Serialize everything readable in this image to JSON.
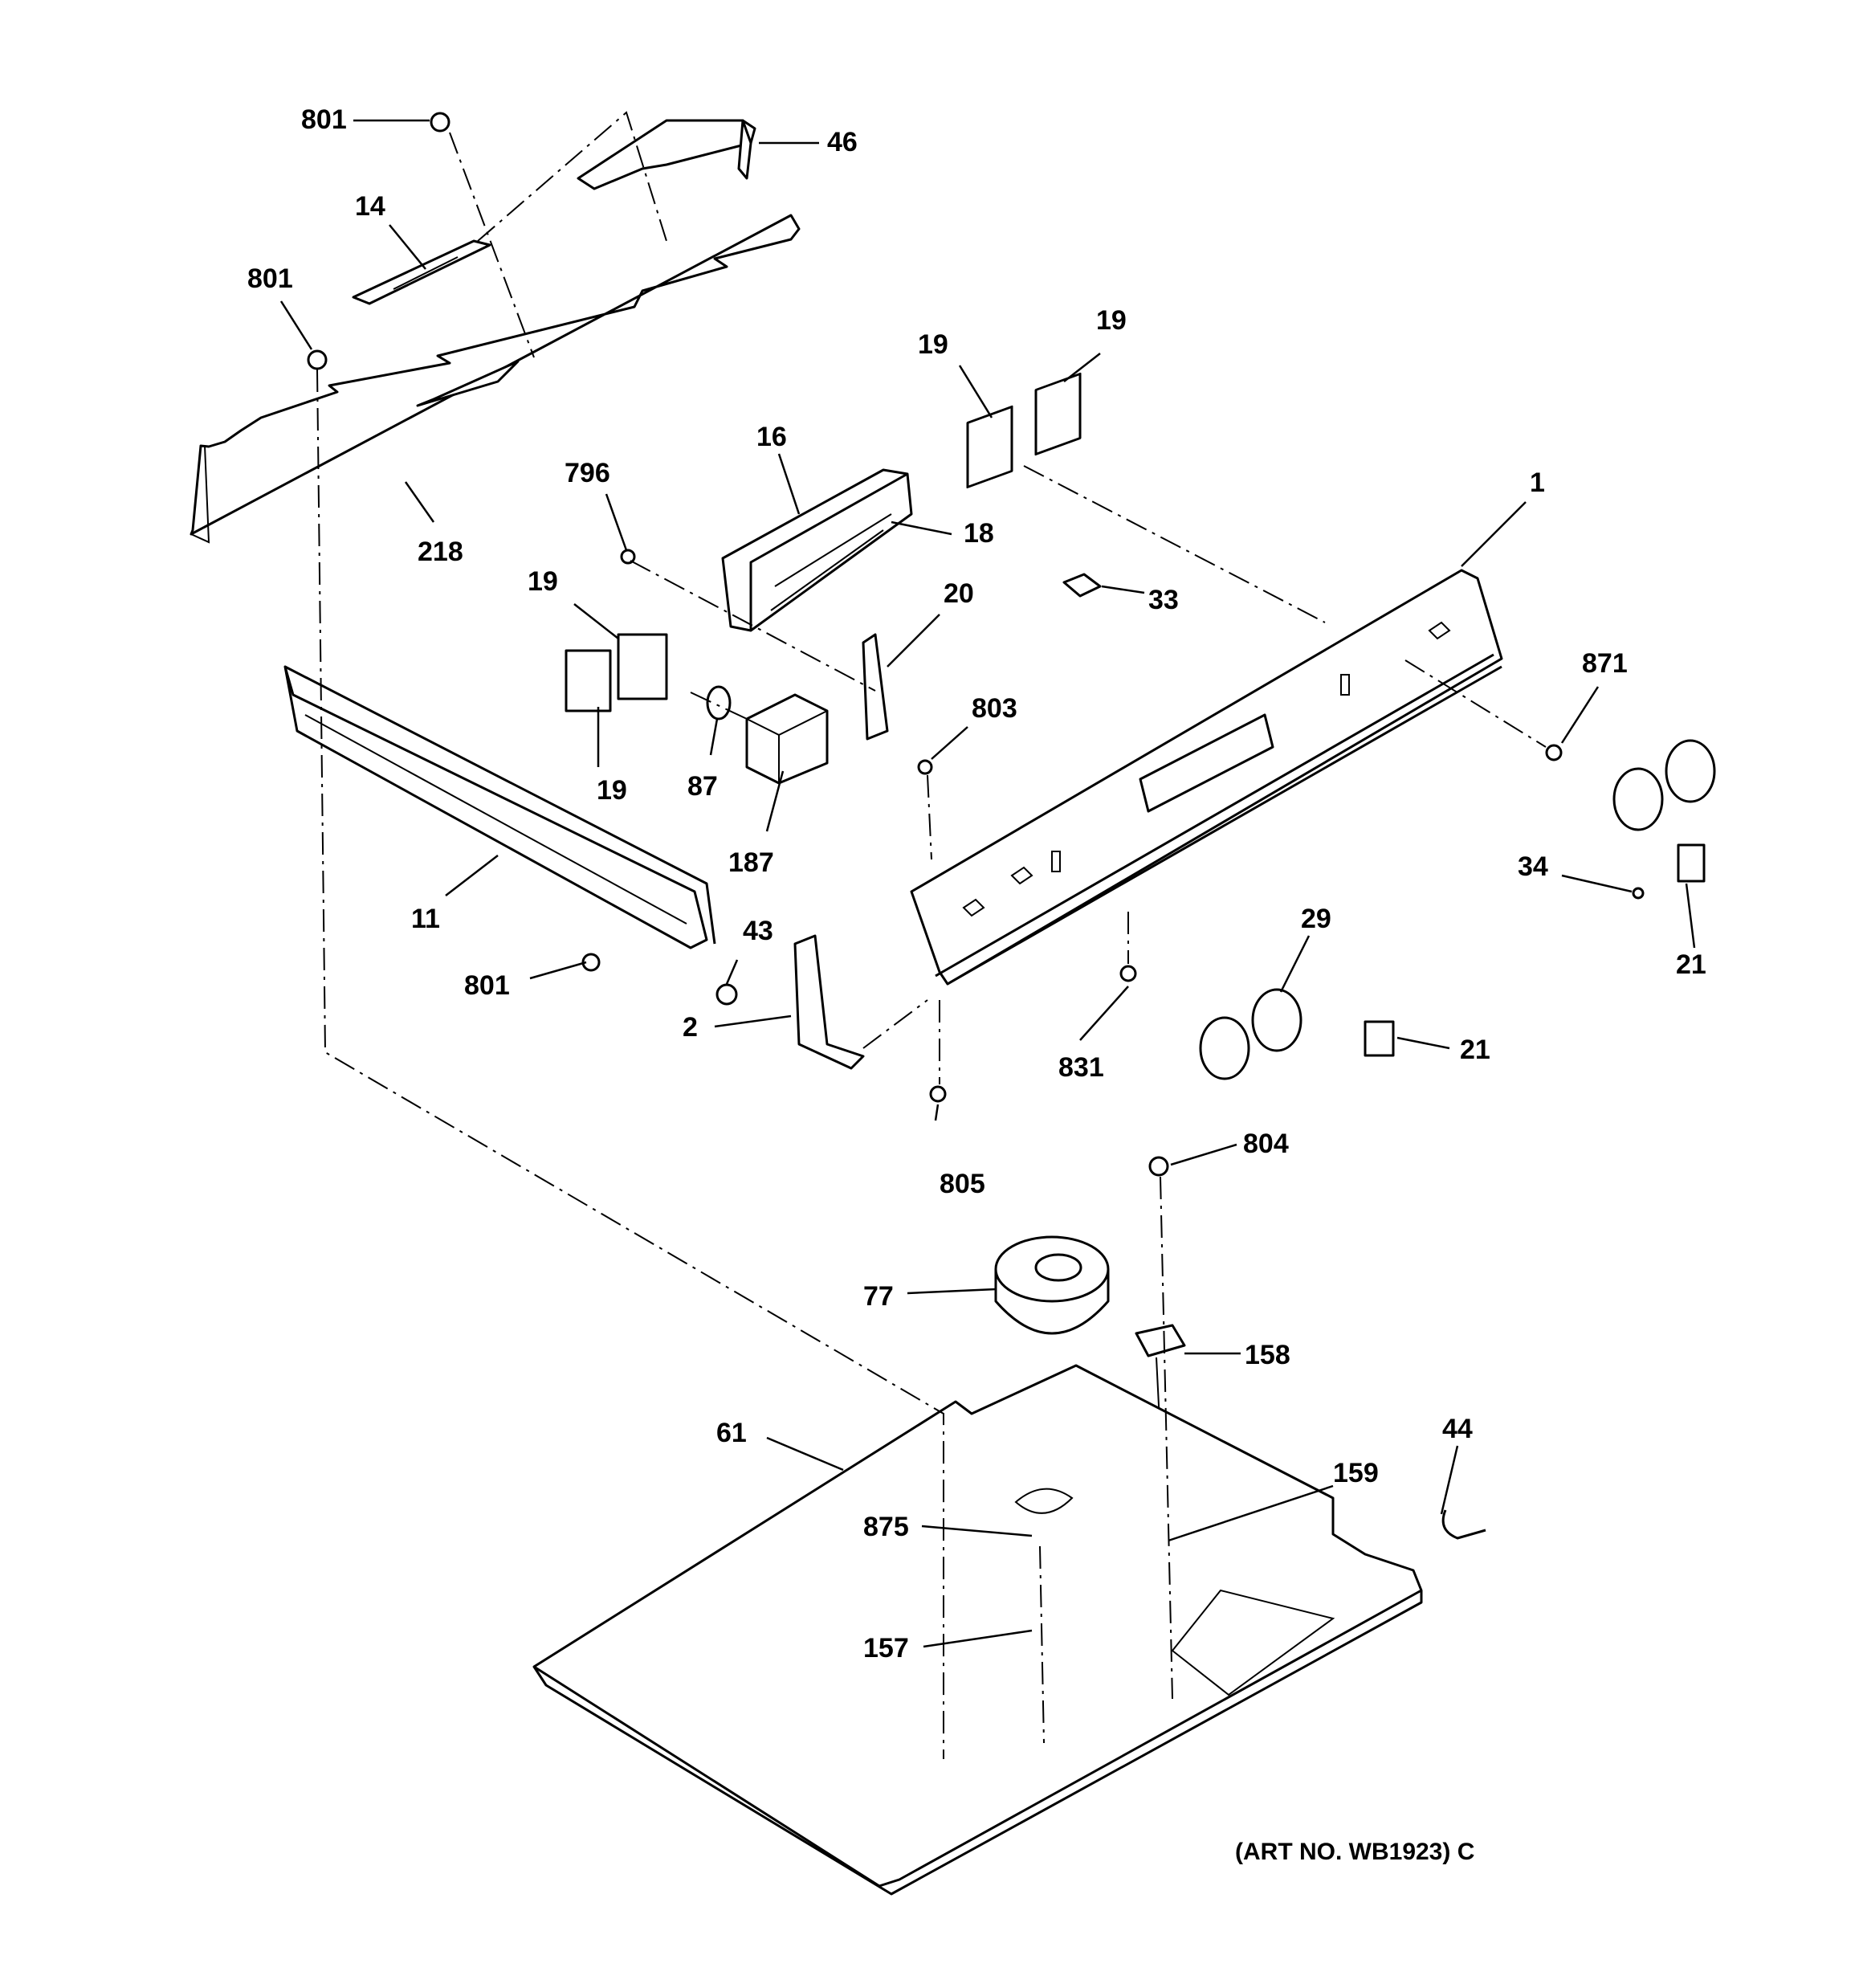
{
  "diagram": {
    "labels": [
      "801",
      "46",
      "14",
      "801",
      "218",
      "19",
      "19",
      "16",
      "796",
      "18",
      "1",
      "33",
      "19",
      "20",
      "19",
      "87",
      "187",
      "803",
      "871",
      "11",
      "801",
      "43",
      "2",
      "34",
      "29",
      "21",
      "21",
      "831",
      "805",
      "804",
      "77",
      "158",
      "61",
      "44",
      "159",
      "875",
      "157"
    ],
    "art_number": "(ART NO. WB1923) C"
  }
}
